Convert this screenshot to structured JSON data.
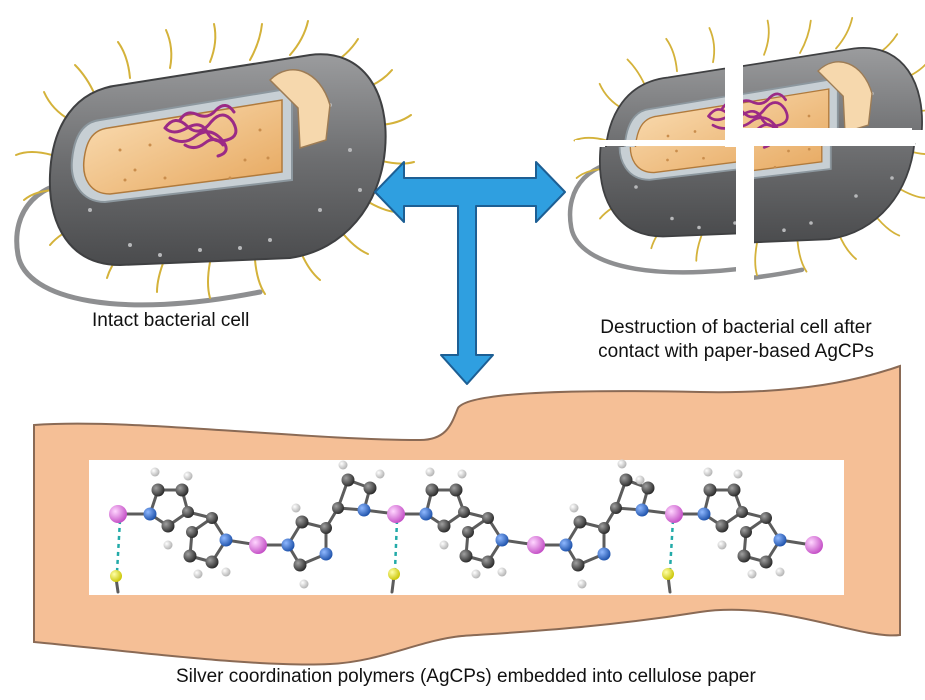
{
  "captions": {
    "intact": "Intact bacterial cell",
    "destroyed_line1": "Destruction of bacterial cell after",
    "destroyed_line2": "contact with paper-based AgCPs",
    "paper": "Silver coordination polymers (AgCPs) embedded into cellulose paper"
  },
  "colors": {
    "arrow": "#2f9fe0",
    "arrow_outline": "#1d5f94",
    "paper_fill": "#f5bf96",
    "paper_outline": "#8a6a55",
    "cell_wall": "#6d6e70",
    "cytoplasm": "#eab373",
    "dna": "#9b2a86",
    "flagella": "#d4b23a",
    "silver_atom": "#e07ae2",
    "nitrogen_atom": "#2a67c4",
    "carbon_atom": "#3c3c3c",
    "hydrogen_atom": "#d8d8d8",
    "sulfur_atom": "#e5e31f",
    "hydrogen_bond": "#22aaa8"
  }
}
